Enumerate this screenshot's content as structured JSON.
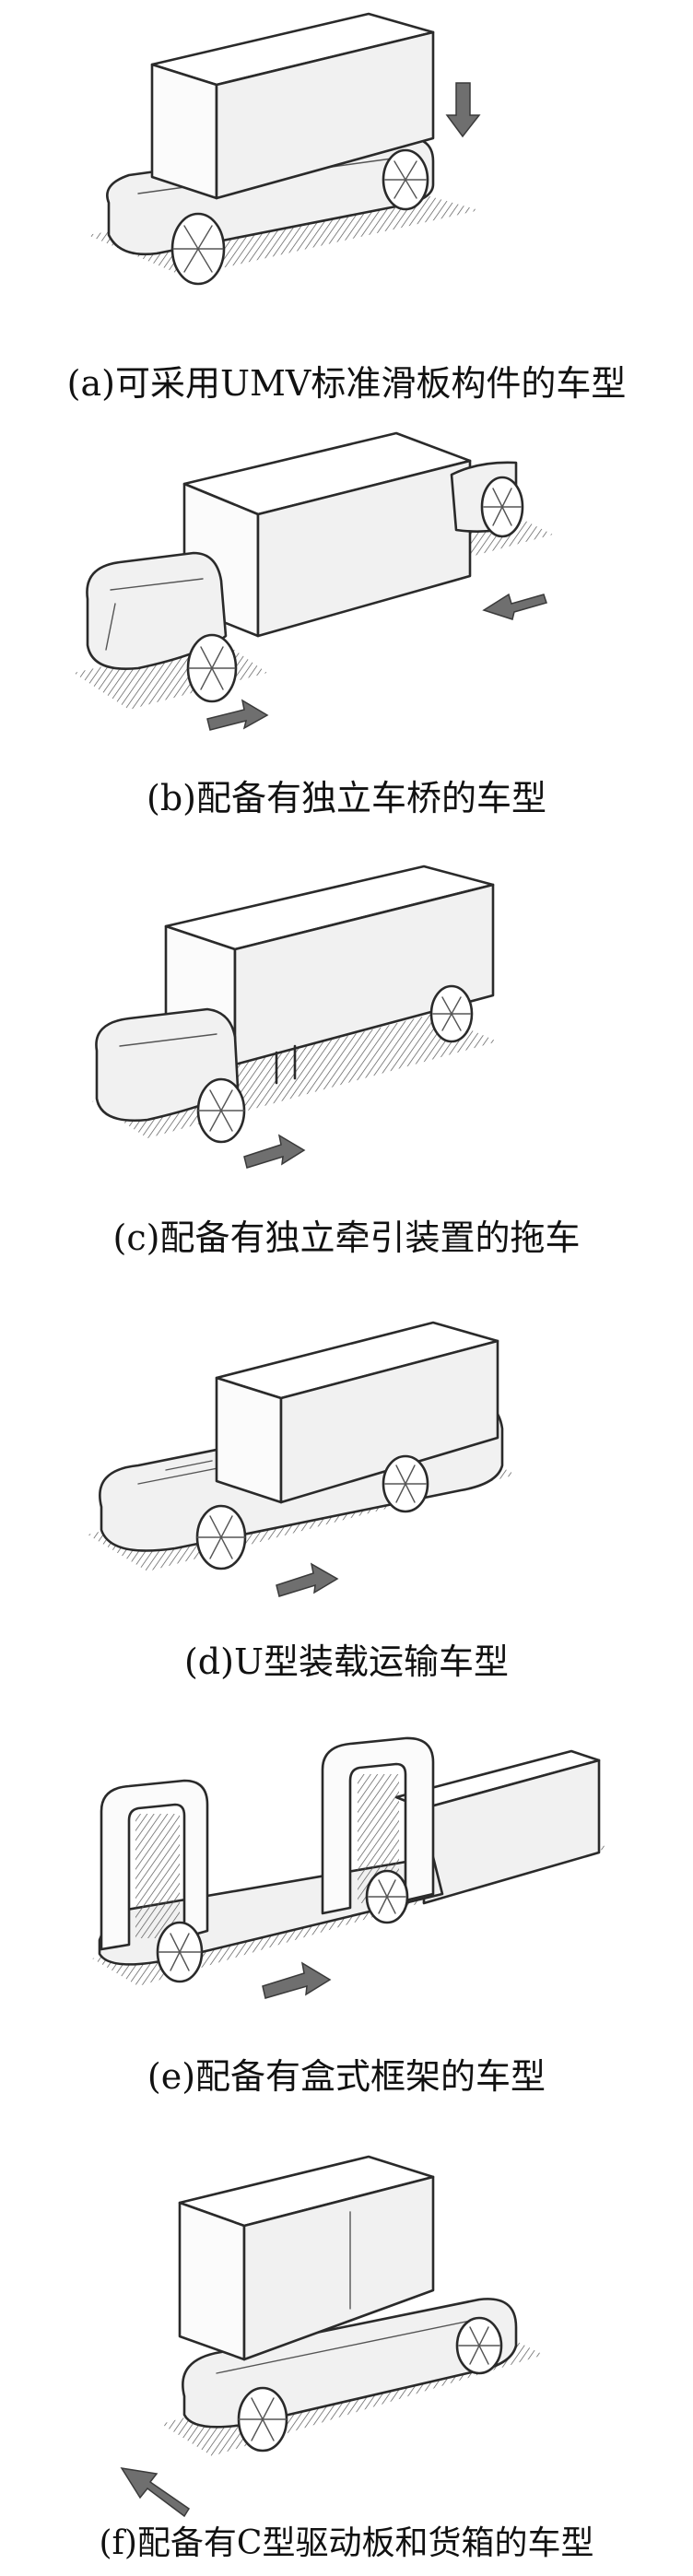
{
  "captions": {
    "a": "(a)可采用UMV标准滑板构件的车型",
    "b": "(b)配备有独立车桥的车型",
    "c": "(c)配备有独立牵引装置的拖车",
    "d": "(d)U型装载运输车型",
    "e": "(e)配备有盒式框架的车型",
    "f": "(f)配备有C型驱动板和货箱的车型"
  },
  "icons": {
    "a": "arrow-down-icon",
    "b": "arrow-left-and-right-icons",
    "c": "arrow-right-icon",
    "d": "arrow-right-icon",
    "e": "arrow-right-icon",
    "f": "arrow-left-icon"
  },
  "colors": {
    "stroke": "#2a2a2a",
    "arrow": "#6f6f6f",
    "background": "#ffffff"
  }
}
